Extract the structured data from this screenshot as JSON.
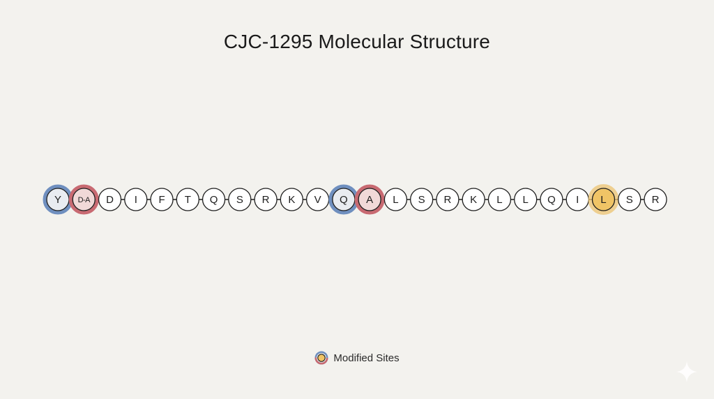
{
  "title": "CJC-1295 Molecular Structure",
  "sequence": [
    {
      "label": "Y",
      "mod": "blue"
    },
    {
      "label": "D-A",
      "mod": "red"
    },
    {
      "label": "D",
      "mod": null
    },
    {
      "label": "I",
      "mod": null
    },
    {
      "label": "F",
      "mod": null
    },
    {
      "label": "T",
      "mod": null
    },
    {
      "label": "Q",
      "mod": null
    },
    {
      "label": "S",
      "mod": null
    },
    {
      "label": "R",
      "mod": null
    },
    {
      "label": "K",
      "mod": null
    },
    {
      "label": "V",
      "mod": null
    },
    {
      "label": "Q",
      "mod": "blue"
    },
    {
      "label": "A",
      "mod": "red"
    },
    {
      "label": "L",
      "mod": null
    },
    {
      "label": "S",
      "mod": null
    },
    {
      "label": "R",
      "mod": null
    },
    {
      "label": "K",
      "mod": null
    },
    {
      "label": "L",
      "mod": null
    },
    {
      "label": "L",
      "mod": null
    },
    {
      "label": "Q",
      "mod": null
    },
    {
      "label": "I",
      "mod": null
    },
    {
      "label": "L",
      "mod": "gold"
    },
    {
      "label": "S",
      "mod": null
    },
    {
      "label": "R",
      "mod": null
    }
  ],
  "mod_colors": {
    "blue": {
      "ring": "#6f8fbf",
      "fill": "#e9ecf1"
    },
    "red": {
      "ring": "#c86a72",
      "fill": "#f1d9d8"
    },
    "gold": {
      "ring": "#ecc370",
      "fill": "#f0c466"
    }
  },
  "legend": {
    "label": "Modified Sites"
  },
  "icons": {
    "legend_swatch": "modified-site-swatch-icon",
    "corner": "sparkle-icon"
  }
}
